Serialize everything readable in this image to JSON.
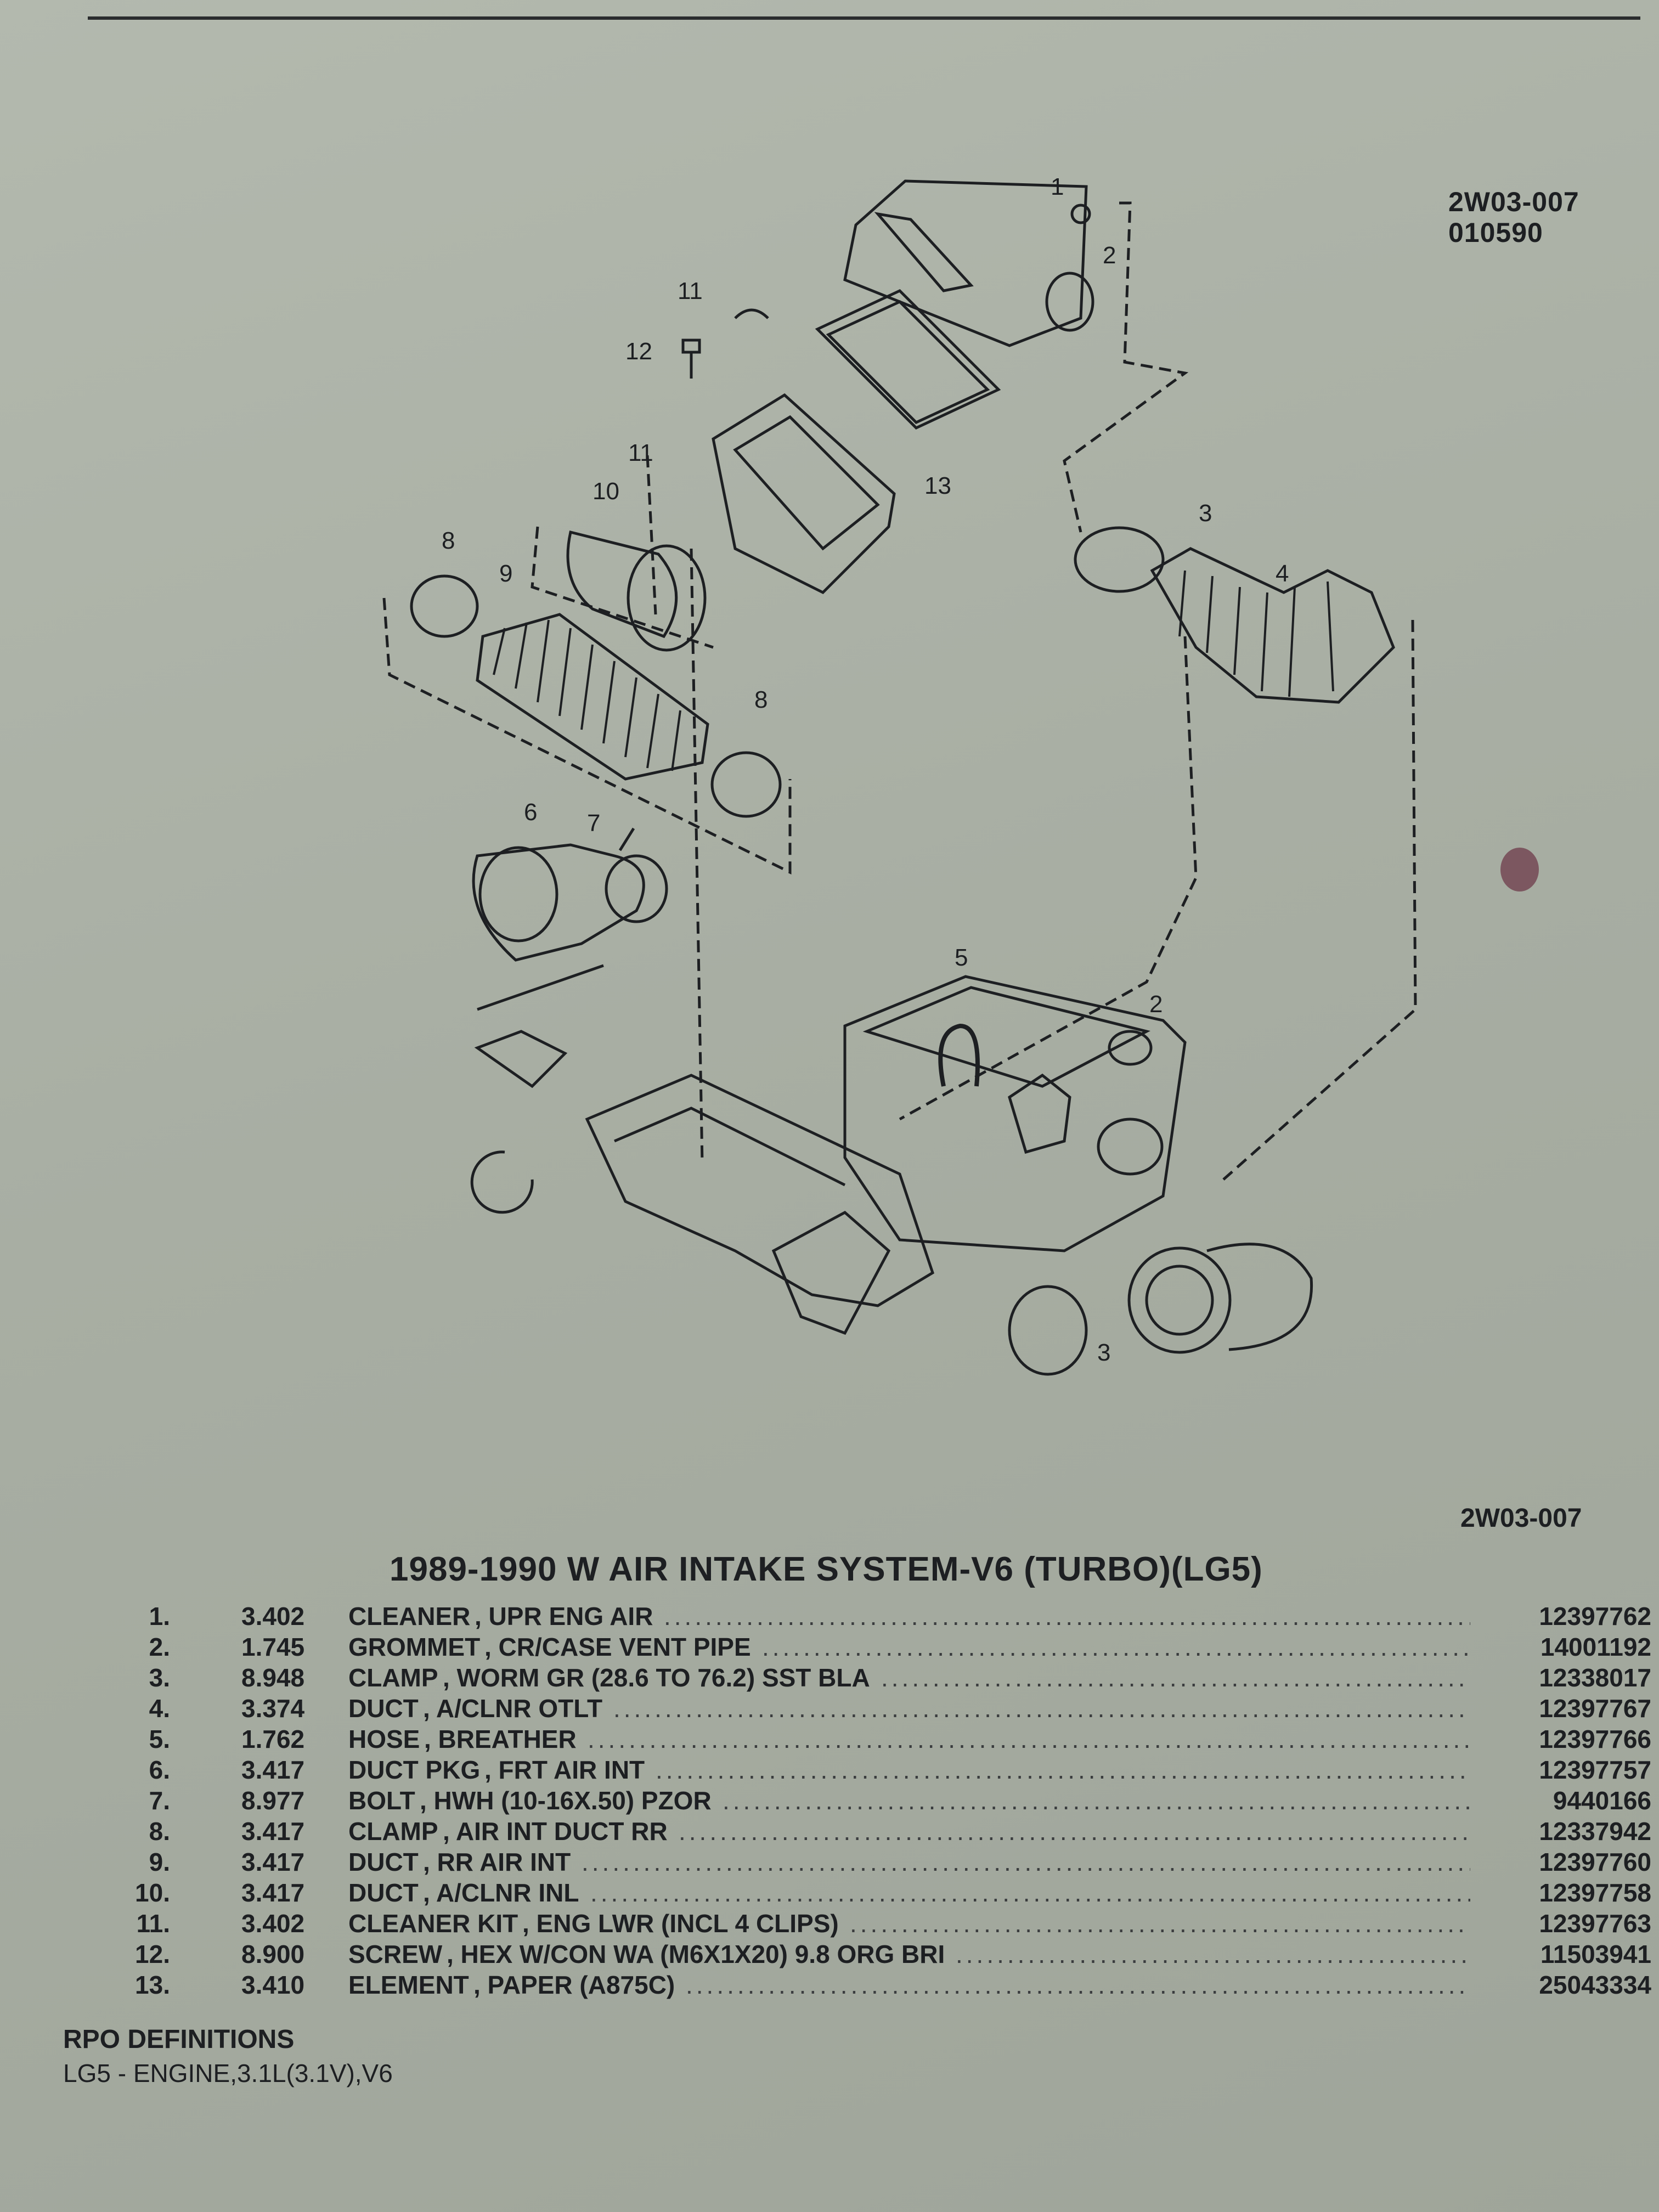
{
  "header": {
    "ref_code": "2W03-007",
    "ref_date": "010590"
  },
  "diagram": {
    "callouts": [
      "1",
      "2",
      "11",
      "12",
      "13",
      "11",
      "10",
      "3",
      "8",
      "9",
      "4",
      "8",
      "6",
      "7",
      "5",
      "2",
      "3"
    ]
  },
  "figure_ref": "2W03-007",
  "title": "1989-1990 W AIR INTAKE SYSTEM-V6 (TURBO)(LG5)",
  "parts": [
    {
      "num": "1.",
      "code": "3.402",
      "name": "CLEANER",
      "desc": ", UPR ENG AIR",
      "part": "12397762"
    },
    {
      "num": "2.",
      "code": "1.745",
      "name": "GROMMET",
      "desc": ", CR/CASE VENT PIPE",
      "part": "14001192"
    },
    {
      "num": "3.",
      "code": "8.948",
      "name": "CLAMP",
      "desc": ", WORM GR (28.6 TO 76.2) SST BLA",
      "part": "12338017"
    },
    {
      "num": "4.",
      "code": "3.374",
      "name": "DUCT",
      "desc": ", A/CLNR OTLT",
      "part": "12397767"
    },
    {
      "num": "5.",
      "code": "1.762",
      "name": "HOSE",
      "desc": ", BREATHER",
      "part": "12397766"
    },
    {
      "num": "6.",
      "code": "3.417",
      "name": "DUCT PKG",
      "desc": ", FRT AIR INT",
      "part": "12397757"
    },
    {
      "num": "7.",
      "code": "8.977",
      "name": "BOLT",
      "desc": ", HWH (10-16X.50) PZOR",
      "part": "9440166"
    },
    {
      "num": "8.",
      "code": "3.417",
      "name": "CLAMP",
      "desc": ", AIR INT DUCT RR",
      "part": "12337942"
    },
    {
      "num": "9.",
      "code": "3.417",
      "name": "DUCT",
      "desc": ", RR AIR INT",
      "part": "12397760"
    },
    {
      "num": "10.",
      "code": "3.417",
      "name": "DUCT",
      "desc": ", A/CLNR INL",
      "part": "12397758"
    },
    {
      "num": "11.",
      "code": "3.402",
      "name": "CLEANER KIT",
      "desc": ", ENG LWR (INCL 4 CLIPS)",
      "part": "12397763"
    },
    {
      "num": "12.",
      "code": "8.900",
      "name": "SCREW",
      "desc": ", HEX W/CON WA (M6X1X20) 9.8 ORG BRI",
      "part": "11503941"
    },
    {
      "num": "13.",
      "code": "3.410",
      "name": "ELEMENT",
      "desc": ", PAPER (A875C)",
      "part": "25043334"
    }
  ],
  "rpo": {
    "heading": "RPO DEFINITIONS",
    "item": "LG5 - ENGINE,3.1L(3.1V),V6"
  },
  "dots": "......................................................................................................................................"
}
